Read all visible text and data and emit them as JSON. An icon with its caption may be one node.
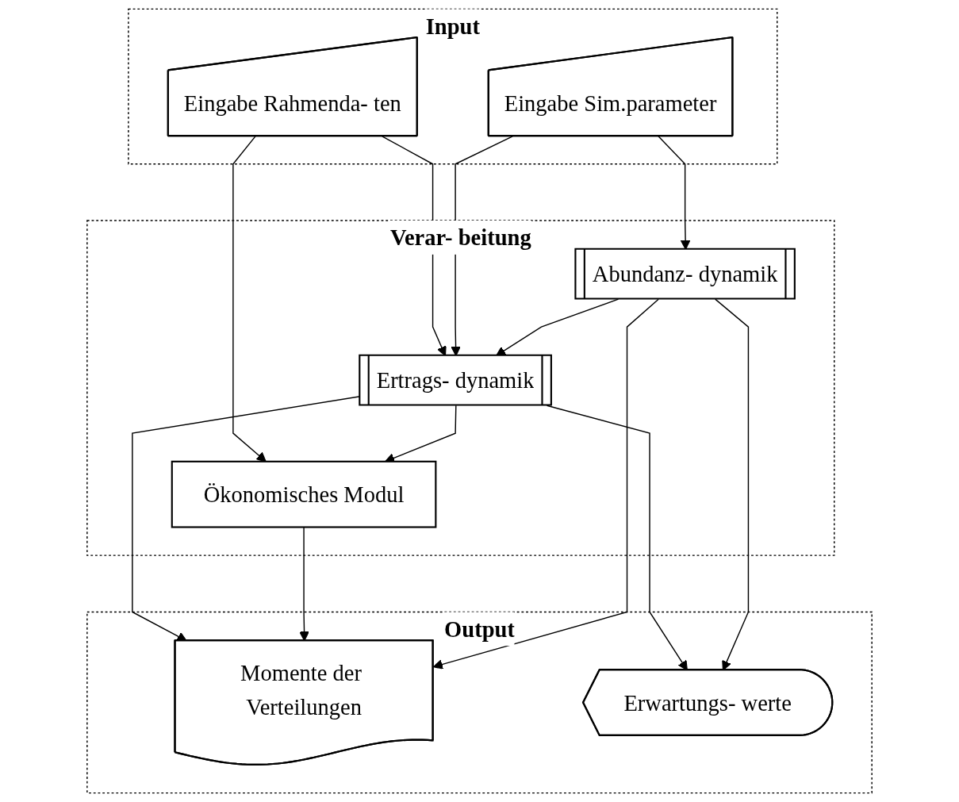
{
  "diagram": {
    "nodes": [
      {
        "text": [
          "Input"
        ]
      },
      {
        "text": [
          "Eingabe Rahmenda- ten"
        ],
        "in": 0
      },
      {
        "text": [
          "Eingabe Sim.parameter"
        ],
        "in": 0
      },
      {
        "text": [
          "Verar- beitung"
        ]
      },
      {
        "text": [
          "Ertrags- dynamik"
        ],
        "in": 3
      },
      {
        "text": [
          "Abundanz- dynamik"
        ],
        "in": 3
      },
      {
        "text": [
          "Ökonomisches Modul"
        ],
        "in": 3
      },
      {
        "text": [
          "Output"
        ]
      },
      {
        "text": [
          "Momente der Verteilungen"
        ],
        "in": 7
      },
      {
        "text": [
          "Erwartungs- werte"
        ],
        "in": 7
      }
    ],
    "edges": [
      {
        "from": 1,
        "to": 4,
        "arrow": "to"
      },
      {
        "from": 1,
        "to": 6,
        "arrow": "to"
      },
      {
        "from": 2,
        "to": 4,
        "arrow": "to"
      },
      {
        "from": 2,
        "to": 5,
        "arrow": "to"
      },
      {
        "from": 5,
        "to": 4,
        "arrow": "to"
      },
      {
        "from": 4,
        "to": 6,
        "arrow": "to"
      },
      {
        "from": 4,
        "to": 8,
        "arrow": "to"
      },
      {
        "from": 4,
        "to": 9,
        "arrow": "to"
      },
      {
        "from": 6,
        "to": 8,
        "arrow": "to"
      },
      {
        "from": 5,
        "to": 8,
        "arrow": "to"
      },
      {
        "from": 5,
        "to": 9,
        "arrow": "to"
      }
    ]
  }
}
